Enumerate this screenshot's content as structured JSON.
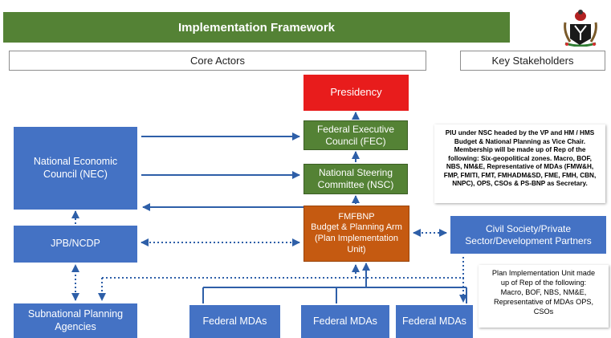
{
  "header": {
    "title": "Implementation Framework",
    "emblem_icon": "nigeria-coat-of-arms-icon"
  },
  "sections": {
    "core_actors": "Core Actors",
    "key_stakeholders": "Key Stakeholders"
  },
  "nodes": {
    "presidency": [
      "Presidency"
    ],
    "fec": [
      "Federal Executive",
      "Council (FEC)"
    ],
    "nsc": [
      "National Steering",
      "Committee (NSC)"
    ],
    "nec": [
      "National Economic",
      "Council (NEC)"
    ],
    "fmfbnp": [
      "FMFBNP",
      "Budget & Planning Arm",
      "(Plan Implementation",
      "Unit)"
    ],
    "jpb": [
      "JPB/NCDP"
    ],
    "civil_society": [
      "Civil Society/Private",
      "Sector/Development Partners"
    ],
    "subnational": [
      "Subnational Planning",
      "Agencies"
    ],
    "federal_mdas_1": [
      "Federal MDAs"
    ],
    "federal_mdas_2": [
      "Federal MDAs"
    ],
    "federal_mdas_3": [
      "Federal MDAs"
    ]
  },
  "notes": {
    "piu_nsc": [
      "PIU under NSC headed by the VP and HM / HMS",
      "Budget & National Planning as Vice Chair.",
      "Membership will be made up of Rep of the",
      "following: Six-geopolitical zones. Macro, BOF,",
      "NBS, NM&E, Representative of MDAs (FMW&H,",
      "FMP, FMITI, FMT, FMHADM&SD, FME, FMH, CBN,",
      "NNPC), OPS, CSOs & PS-BNP as Secretary."
    ],
    "piu_unit": [
      "Plan Implementation Unit made",
      "up of Rep of the following:",
      "Macro, BOF, NBS, NM&E,",
      "Representative of MDAs OPS,",
      "CSOs"
    ]
  },
  "colors": {
    "banner_green": "#548235",
    "node_blue": "#4472c4",
    "node_green": "#548235",
    "presidency_red": "#e81c1c",
    "fmfbnp_orange": "#c55a11",
    "connector_blue": "#2e5fa8"
  }
}
